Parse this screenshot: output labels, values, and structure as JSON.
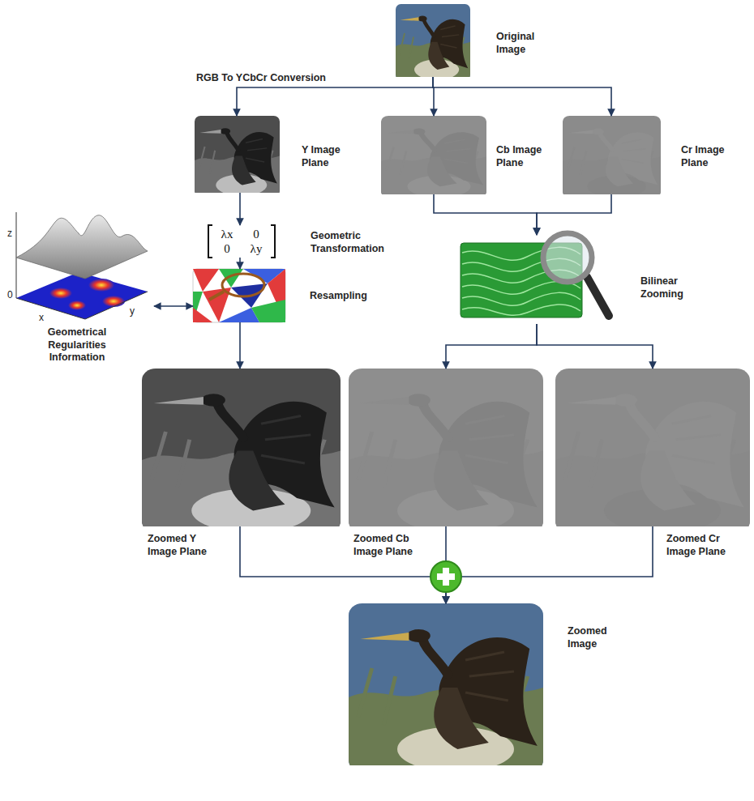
{
  "diagram": {
    "nodes": [
      {
        "text": [
          "Original Image"
        ]
      },
      {
        "text": [
          "Y Image Plane"
        ]
      },
      {
        "text": [
          "Cb Image Plane"
        ]
      },
      {
        "text": [
          "Cr Image Plane"
        ]
      },
      {
        "text": [
          "λx",
          "0",
          "0",
          "λy",
          "Geometric Transformation"
        ]
      },
      {
        "text": [
          "Resampling"
        ]
      },
      {
        "text": [
          "Geometrical Regularities Information"
        ]
      },
      {
        "text": [
          "Bilinear Zooming"
        ]
      },
      {
        "text": [
          "Zoomed Y Image Plane"
        ]
      },
      {
        "text": [
          "Zoomed Cb Image Plane"
        ]
      },
      {
        "text": [
          "Zoomed Cr Image Plane"
        ]
      },
      {
        "text": [
          "Zoomed Image"
        ]
      }
    ],
    "edges": [
      {
        "from": 0,
        "to": 1,
        "arrow": "to",
        "label": "RGB To YCbCr Conversion"
      },
      {
        "from": 0,
        "to": 2,
        "arrow": "to"
      },
      {
        "from": 0,
        "to": 3,
        "arrow": "to"
      },
      {
        "from": 1,
        "to": 4,
        "arrow": "to"
      },
      {
        "from": 4,
        "to": 5,
        "arrow": "to"
      },
      {
        "from": 5,
        "to": 6,
        "arrow": "both"
      },
      {
        "from": 2,
        "to": 7,
        "arrow": "to"
      },
      {
        "from": 3,
        "to": 7,
        "arrow": "to"
      },
      {
        "from": 5,
        "to": 8,
        "arrow": "to"
      },
      {
        "from": 7,
        "to": 9,
        "arrow": "to"
      },
      {
        "from": 7,
        "to": 10,
        "arrow": "to"
      },
      {
        "from": 8,
        "to": 11,
        "arrow": "to"
      },
      {
        "from": 9,
        "to": 11,
        "arrow": "to"
      },
      {
        "from": 10,
        "to": 11,
        "arrow": "to"
      }
    ],
    "labels": [
      "z",
      "0",
      "x",
      "y"
    ]
  }
}
